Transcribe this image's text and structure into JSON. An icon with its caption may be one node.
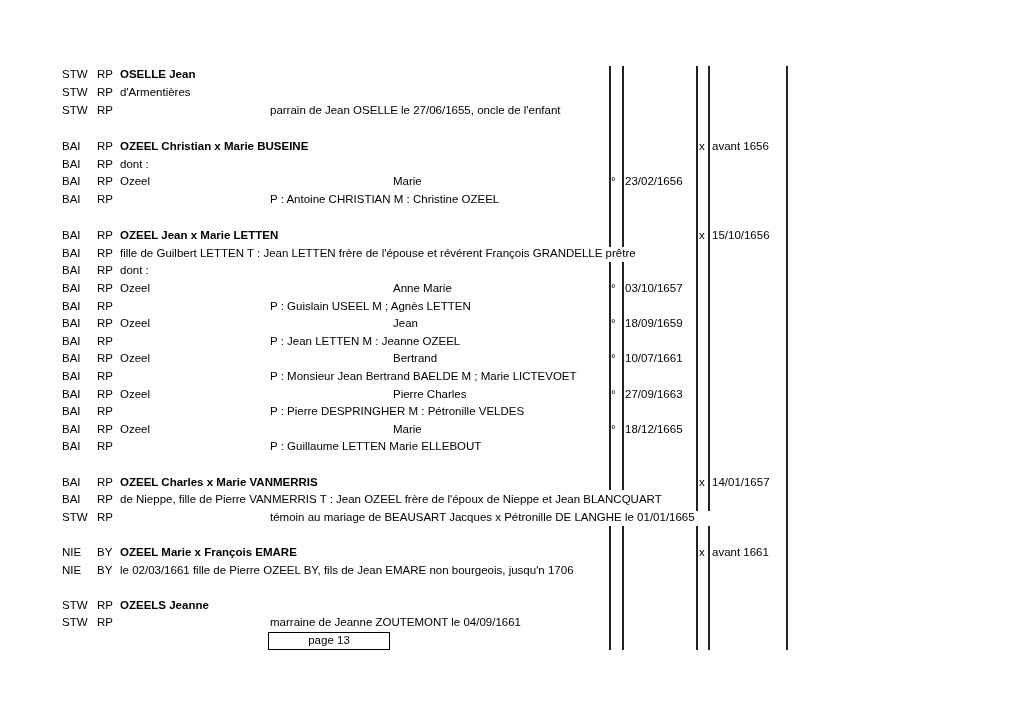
{
  "diagram": {
    "nodes": [
      {
        "text": [
          "page 13"
        ]
      }
    ],
    "edges": [],
    "labels": [
      "STW",
      "RP",
      "OSELLE Jean",
      "STW",
      "RP",
      "d'Armentières",
      "STW",
      "RP",
      "parrain de Jean OSELLE le 27/06/1655, oncle de l'enfant",
      "BAI",
      "RP",
      "OZEEL Christian x Marie BUSEINE",
      "x",
      "avant 1656",
      "BAI",
      "RP",
      "dont :",
      "BAI",
      "RP",
      "Ozeel",
      "Marie",
      "°",
      "23/02/1656",
      "BAI",
      "RP",
      "P : Antoine CHRISTIAN M : Christine OZEEL",
      "BAI",
      "RP",
      "OZEEL Jean x Marie LETTEN",
      "x",
      "15/10/1656",
      "BAI",
      "RP",
      "fille de Guilbert LETTEN T : Jean LETTEN frère de l'épouse et révérent François GRANDELLE prêtre",
      "BAI",
      "RP",
      "dont :",
      "BAI",
      "RP",
      "Ozeel",
      "Anne Marie",
      "°",
      "03/10/1657",
      "BAI",
      "RP",
      "P : Guislain USEEL M ; Agnès LETTEN",
      "BAI",
      "RP",
      "Ozeel",
      "Jean",
      "°",
      "18/09/1659",
      "BAI",
      "RP",
      "P : Jean LETTEN M : Jeanne OZEEL",
      "BAI",
      "RP",
      "Ozeel",
      "Bertrand",
      "°",
      "10/07/1661",
      "BAI",
      "RP",
      "P : Monsieur Jean Bertrand BAELDE M ; Marie LICTEVOET",
      "BAI",
      "RP",
      "Ozeel",
      "Pierre Charles",
      "°",
      "27/09/1663",
      "BAI",
      "RP",
      "P : Pierre DESPRINGHER M : Pétronille VELDES",
      "BAI",
      "RP",
      "Ozeel",
      "Marie",
      "°",
      "18/12/1665",
      "BAI",
      "RP",
      "P : Guillaume LETTEN Marie ELLEBOUT",
      "BAI",
      "RP",
      "OZEEL Charles x Marie VANMERRIS",
      "x",
      "14/01/1657",
      "BAI",
      "RP",
      "de Nieppe, fille de Pierre VANMERRIS T : Jean OZEEL frère de l'époux de Nieppe et Jean BLANCQUART",
      "STW",
      "RP",
      "témoin au mariage de BEAUSART Jacques x Pétronille DE LANGHE le 01/01/1665",
      "NIE",
      "BY",
      "OZEEL Marie x François EMARE",
      "x",
      "avant 1661",
      "NIE",
      "BY",
      "le 02/03/1661 fille de Pierre OZEEL BY, fils de Jean EMARE non bourgeois, jusqu'n 1706",
      "STW",
      "RP",
      "OZEELS Jeanne",
      "STW",
      "RP",
      "marraine de Jeanne ZOUTEMONT le 04/09/1661"
    ]
  }
}
